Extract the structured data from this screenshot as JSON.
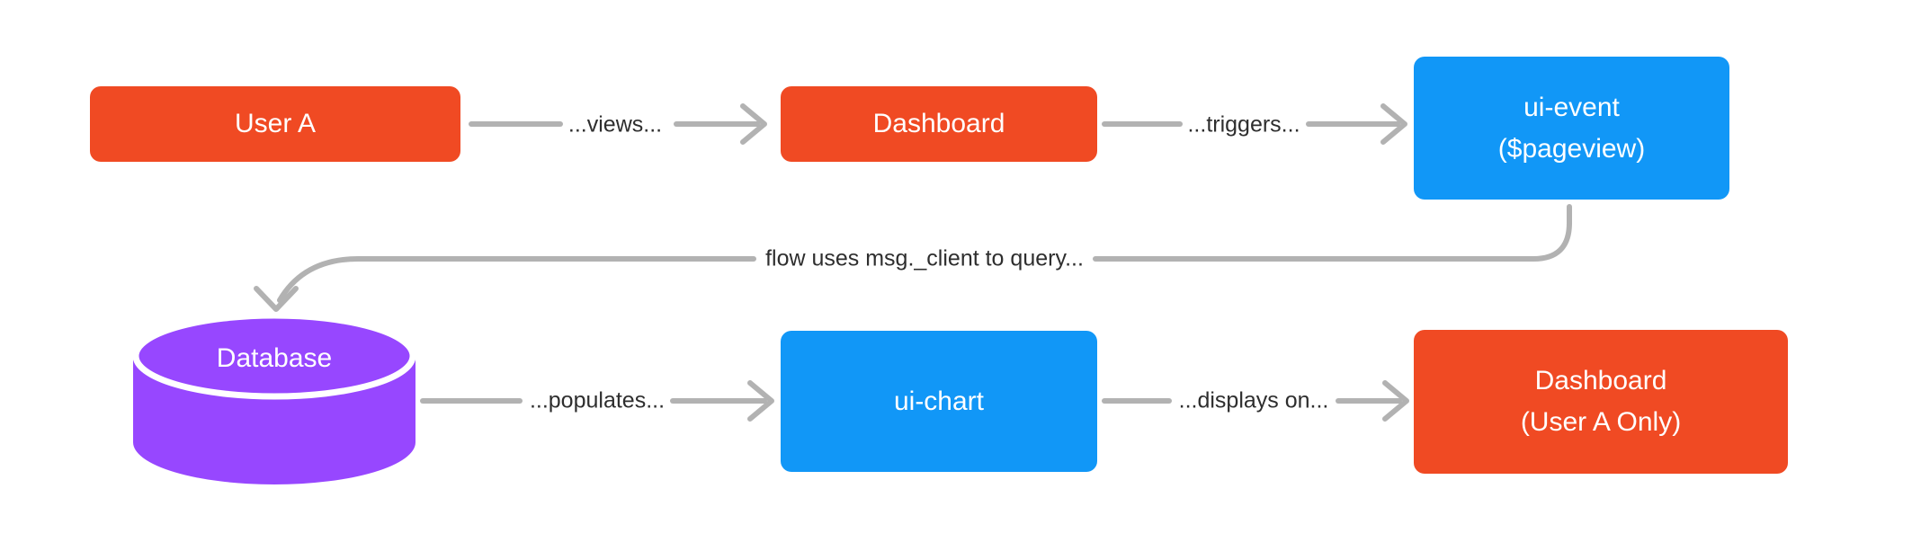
{
  "diagram": {
    "background": "#ffffff",
    "colors": {
      "node_orange": "#f04a23",
      "node_blue": "#1197f7",
      "node_purple": "#9747ff",
      "arrow_gray": "#b2b2b2",
      "edge_label_text": "#2e2e2e",
      "node_text": "#ffffff"
    },
    "nodes": [
      {
        "id": "user-a",
        "label": "User A",
        "shape": "rectangle",
        "color": "#f04a23"
      },
      {
        "id": "dashboard",
        "label": "Dashboard",
        "shape": "rectangle",
        "color": "#f04a23"
      },
      {
        "id": "ui-event",
        "label": "ui-event\n($pageview)",
        "shape": "rectangle",
        "color": "#1197f7"
      },
      {
        "id": "database",
        "label": "Database",
        "shape": "cylinder",
        "color": "#9747ff"
      },
      {
        "id": "ui-chart",
        "label": "ui-chart",
        "shape": "rectangle",
        "color": "#1197f7"
      },
      {
        "id": "dashboard-user-a",
        "label": "Dashboard\n(User A Only)",
        "shape": "rectangle",
        "color": "#f04a23"
      }
    ],
    "edges": [
      {
        "from": "user-a",
        "to": "dashboard",
        "label": "...views..."
      },
      {
        "from": "dashboard",
        "to": "ui-event",
        "label": "...triggers..."
      },
      {
        "from": "ui-event",
        "to": "database",
        "label": "flow uses msg._client to query..."
      },
      {
        "from": "database",
        "to": "ui-chart",
        "label": "...populates..."
      },
      {
        "from": "ui-chart",
        "to": "dashboard-user-a",
        "label": "...displays on..."
      }
    ]
  }
}
